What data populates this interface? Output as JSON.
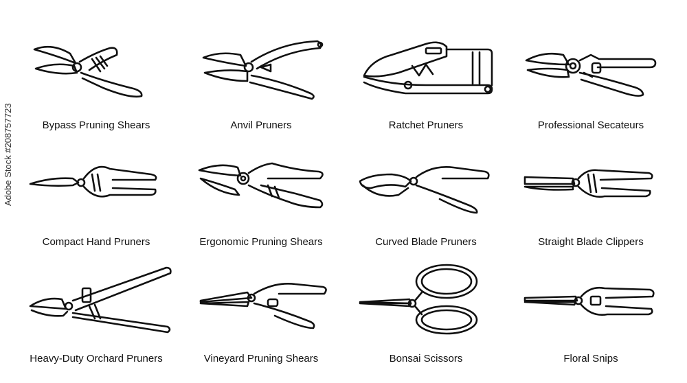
{
  "tools": [
    {
      "id": "bypass",
      "label": "Bypass Pruning Shears"
    },
    {
      "id": "anvil",
      "label": "Anvil Pruners"
    },
    {
      "id": "ratchet",
      "label": "Ratchet Pruners"
    },
    {
      "id": "professional",
      "label": "Professional Secateurs"
    },
    {
      "id": "compact",
      "label": "Compact Hand Pruners"
    },
    {
      "id": "ergonomic",
      "label": "Ergonomic Pruning Shears"
    },
    {
      "id": "curved",
      "label": "Curved Blade Pruners"
    },
    {
      "id": "straight",
      "label": "Straight Blade Clippers"
    },
    {
      "id": "orchard",
      "label": "Heavy-Duty Orchard Pruners"
    },
    {
      "id": "vineyard",
      "label": "Vineyard Pruning Shears"
    },
    {
      "id": "bonsai",
      "label": "Bonsai Scissors"
    },
    {
      "id": "floral",
      "label": "Floral Snips"
    }
  ],
  "watermark": {
    "brand": "Adobe Stock",
    "id": "#208757723"
  },
  "colors": {
    "stroke": "#111111",
    "background": "#ffffff"
  }
}
